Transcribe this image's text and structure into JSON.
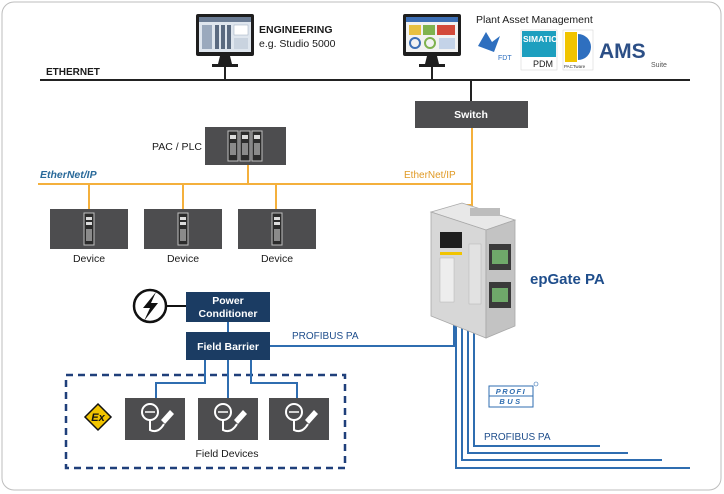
{
  "engineering": {
    "title": "ENGINEERING",
    "subtitle": "e.g. Studio 5000"
  },
  "plant_asset": {
    "title": "Plant Asset Management"
  },
  "logos": {
    "fdt": "FDT",
    "simatic": "SIMATIC",
    "pdm": "PDM",
    "pactware": "PACTware",
    "ams": "AMS",
    "ams_suite": "Suite"
  },
  "network": {
    "ethernet": "ETHERNET",
    "switch": "Switch",
    "ethernetip_logo": "EtherNet/IP",
    "ethernetip_text": "EtherNet/IP"
  },
  "pac": {
    "label": "PAC / PLC"
  },
  "devices": [
    "Device",
    "Device",
    "Device"
  ],
  "gateway": {
    "name": "epGate PA"
  },
  "power": {
    "label_line1": "Power",
    "label_line2": "Conditioner"
  },
  "barrier": {
    "label": "Field Barrier"
  },
  "profibus": {
    "label_top": "PROFIBUS PA",
    "label_bottom": "PROFIBUS PA",
    "logo_top": "PROFI",
    "logo_bottom": "BUS"
  },
  "field": {
    "label": "Field Devices",
    "ex_symbol": "Ex"
  },
  "colors": {
    "ethernet_line": "#222222",
    "ethernetip_line": "#f4b03c",
    "profibus_line": "#2f6db0",
    "dark_box": "#4d4d4f",
    "navy_box": "#1b3c63",
    "gateway_text": "#1f4e8c"
  }
}
